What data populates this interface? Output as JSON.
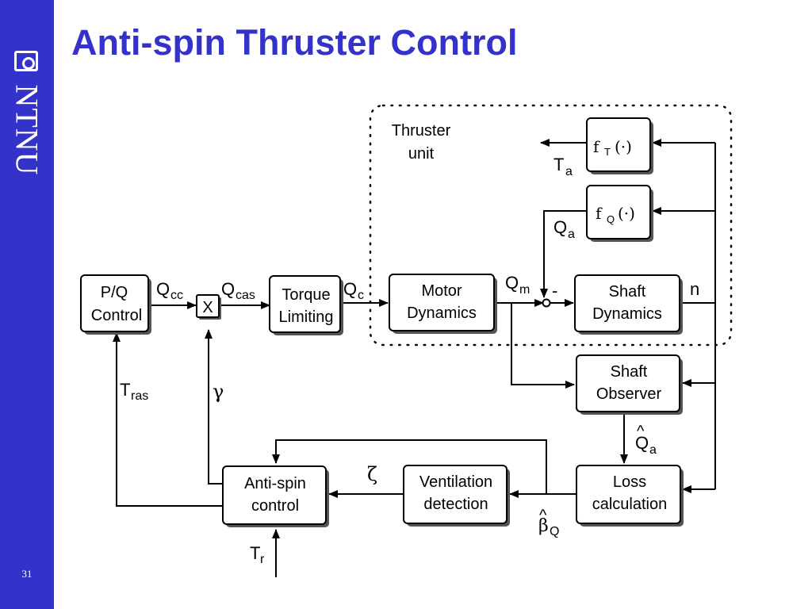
{
  "slide": {
    "title": "Anti-spin Thruster Control",
    "brand": "NTNU",
    "slide_number": "31"
  },
  "diagram": {
    "region_label_line1": "Thruster",
    "region_label_line2": "unit",
    "blocks": {
      "pq_control": [
        "P/Q",
        "Control"
      ],
      "multiplier": "X",
      "torque_limiting": [
        "Torque",
        "Limiting"
      ],
      "motor_dynamics": [
        "Motor",
        "Dynamics"
      ],
      "shaft_dynamics": [
        "Shaft",
        "Dynamics"
      ],
      "shaft_observer": [
        "Shaft",
        "Observer"
      ],
      "loss_calculation": [
        "Loss",
        "calculation"
      ],
      "ventilation_detection": [
        "Ventilation",
        "detection"
      ],
      "anti_spin_control": [
        "Anti-spin",
        "control"
      ],
      "f_t": {
        "f": "f",
        "sub": "T",
        "arg": "(·)"
      },
      "f_q": {
        "f": "f",
        "sub": "Q",
        "arg": "(·)"
      }
    },
    "signals": {
      "q_cc": {
        "base": "Q",
        "sub": "cc"
      },
      "q_cas": {
        "base": "Q",
        "sub": "cas"
      },
      "q_c": {
        "base": "Q",
        "sub": "c"
      },
      "q_m": {
        "base": "Q",
        "sub": "m"
      },
      "minus": "-",
      "n": "n",
      "t_a": {
        "base": "T",
        "sub": "a"
      },
      "q_a": {
        "base": "Q",
        "sub": "a"
      },
      "q_a_hat": {
        "base": "Q",
        "sub": "a",
        "hat": "^"
      },
      "beta_q_hat": {
        "base": "β",
        "sub": "Q",
        "hat": "^"
      },
      "zeta": "ζ",
      "gamma": "γ",
      "t_ras": {
        "base": "T",
        "sub": "ras"
      },
      "t_r": {
        "base": "T",
        "sub": "r"
      }
    },
    "colors": {
      "accent": "#3333cc",
      "block_shadow": "#555555",
      "line": "#000000"
    }
  }
}
